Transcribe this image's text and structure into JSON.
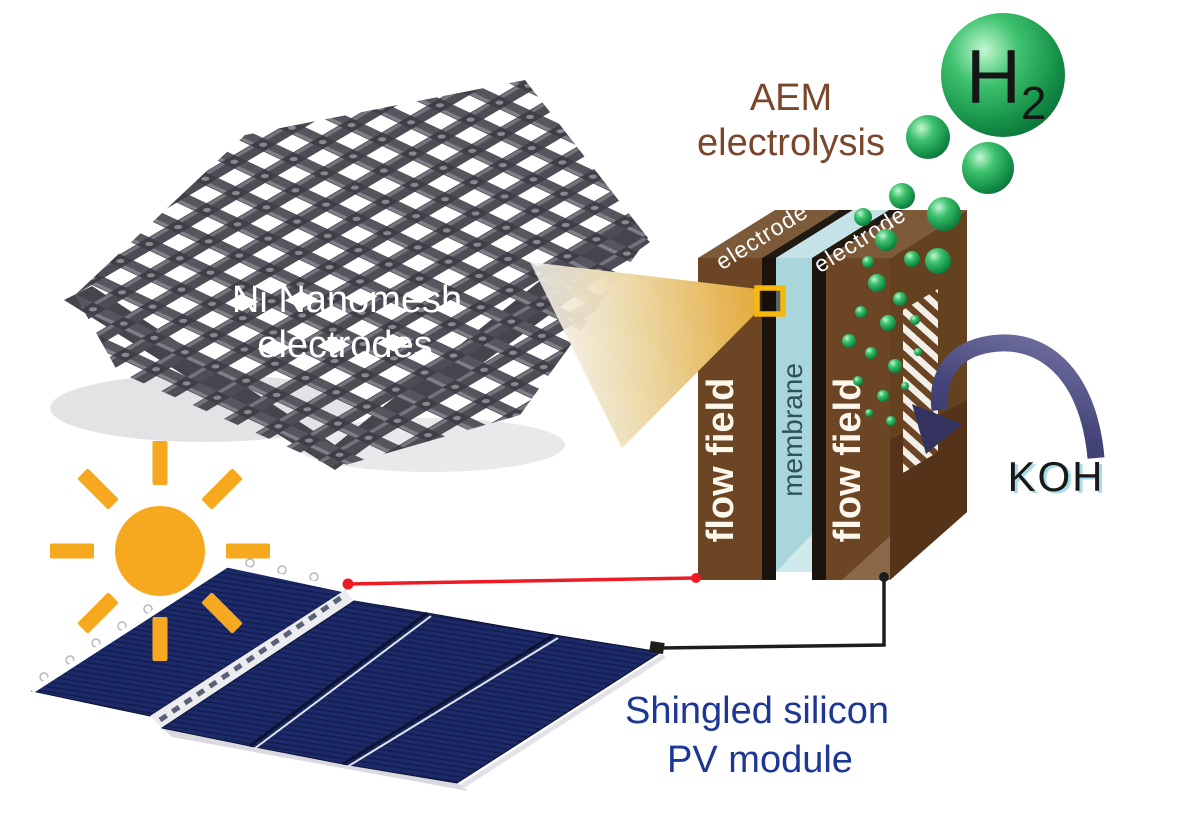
{
  "labels": {
    "aem_line1": "AEM",
    "aem_line2": "electrolysis",
    "h2_main": "H",
    "h2_sub": "2",
    "ni_line1": "Ni Nanomesh",
    "ni_line2": "electrodes",
    "electrode_left": "electrode",
    "electrode_right": "electrode",
    "flow_field_left": "flow field",
    "flow_field_right": "flow field",
    "membrane": "membrane",
    "koh": "KOH",
    "pv_line1": "Shingled silicon",
    "pv_line2": "PV module"
  },
  "colors": {
    "panel_navy": "#1c2a6a",
    "panel_line": "#0d1433",
    "brown_front": "#6b4524",
    "brown_top": "#7d5a3a",
    "brown_side": "#64411f",
    "brown_side_dark": "#553318",
    "brown_light_tri": "#8a6848",
    "membrane_blue": "#a9d6da",
    "membrane_top": "#c6e4e7",
    "membrane_text": "#30525c",
    "electrode_black": "#1c140c",
    "text_blue": "#1e3794",
    "text_brown": "#7a462c",
    "bubble_green": "#1fa355",
    "sun_gold": "#f6a91f",
    "marker_gold": "#f6b80c",
    "arrow_navy": "#3e3d6f",
    "wire_red": "#ed1c24",
    "wire_black": "#1d1d1d",
    "mesh_gray": "#55535b",
    "rail_gray": "#ececf0"
  }
}
